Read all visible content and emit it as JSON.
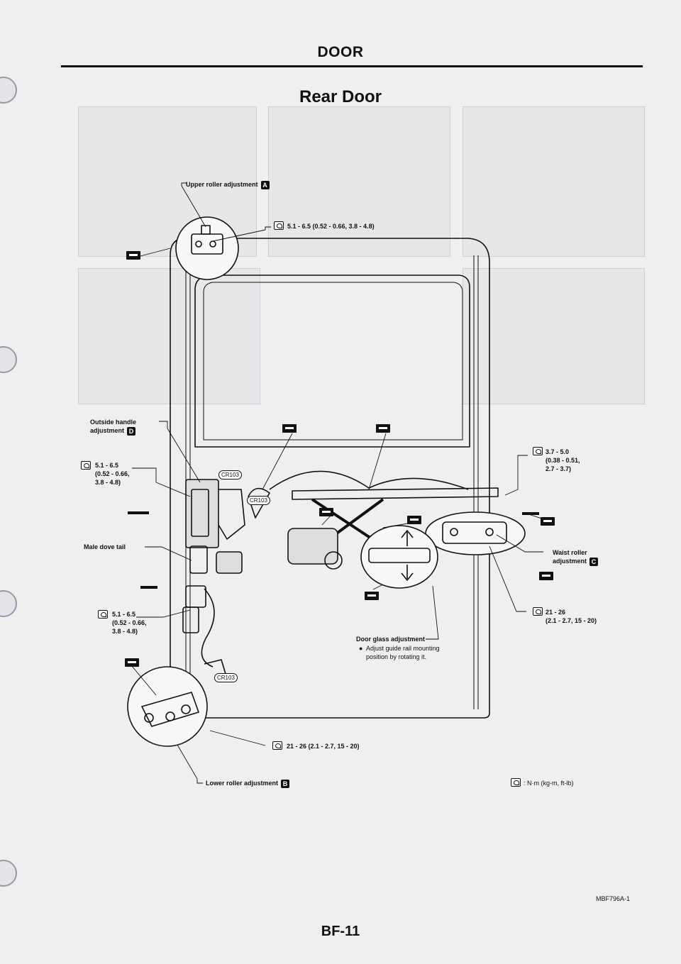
{
  "header": {
    "section": "DOOR",
    "title": "Rear Door"
  },
  "labels": {
    "upper_roller": "Upper roller adjustment",
    "upper_roller_badge": "A",
    "torque_upper": "5.1 - 6.5 (0.52 - 0.66, 3.8 - 4.8)",
    "outside_handle": "Outside handle\nadjustment",
    "outside_handle_badge": "D",
    "torque_handle": "5.1 - 6.5\n(0.52 - 0.66,\n3.8 - 4.8)",
    "male_dove_tail": "Male dove tail",
    "torque_dovetail": "5.1 - 6.5\n(0.52 - 0.66,\n3.8 - 4.8)",
    "torque_regulator": "3.7 - 5.0\n(0.38 - 0.51,\n2.7 - 3.7)",
    "waist_roller": "Waist roller\nadjustment",
    "waist_roller_badge": "C",
    "torque_waist": "21 - 26\n(2.1 - 2.7, 15 - 20)",
    "door_glass": "Door glass adjustment",
    "door_glass_note": "●  Adjust guide rail mounting\n    position by rotating it.",
    "torque_lower": "21 - 26 (2.1 - 2.7, 15 - 20)",
    "lower_roller": "Lower roller adjustment",
    "lower_roller_badge": "B",
    "unit_legend": ": N·m (kg-m, ft-lb)"
  },
  "connectors": [
    "CR103",
    "CR103",
    "CR103"
  ],
  "footer": {
    "figure_code": "MBF796A-1",
    "page_number": "BF-11"
  }
}
